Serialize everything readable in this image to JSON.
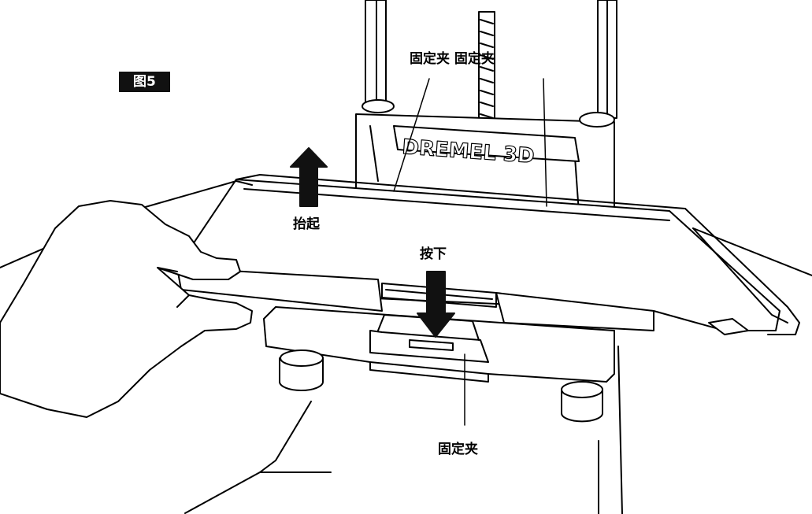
{
  "figure": {
    "badge": "图5",
    "brand_text": "DREMEL 3D",
    "callouts": {
      "top": "固定夹 固定夹",
      "lift": "抬起",
      "press": "按下",
      "bottom": "固定夹"
    },
    "colors": {
      "line": "#000000",
      "fill": "#ffffff",
      "badge_bg": "#111111",
      "badge_fg": "#ffffff"
    }
  }
}
